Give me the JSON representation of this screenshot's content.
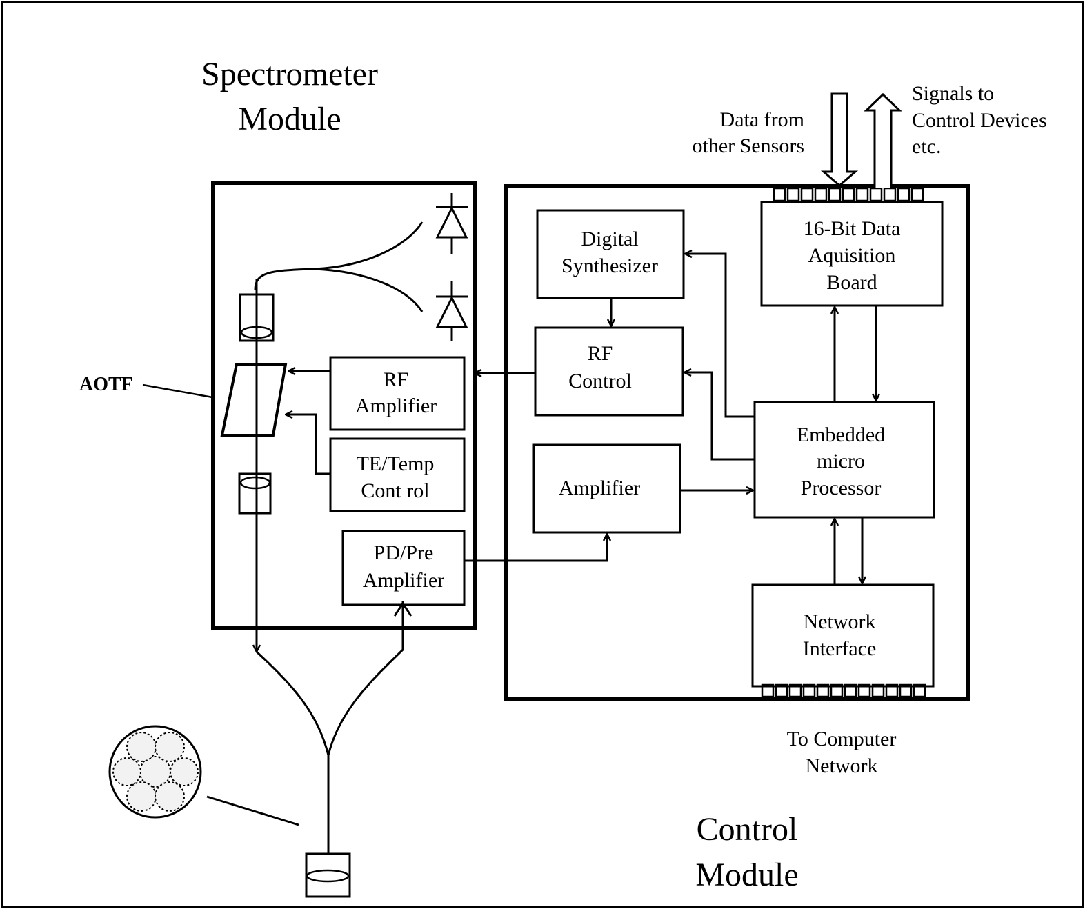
{
  "titles": {
    "spectrometer_line1": "Spectrometer",
    "spectrometer_line2": "Module",
    "control_line1": "Control",
    "control_line2": "Module"
  },
  "labels": {
    "aotf": "AOTF",
    "data_from_line1": "Data from",
    "data_from_line2": "other Sensors",
    "signals_line1": "Signals to",
    "signals_line2": "Control Devices",
    "signals_line3": "etc.",
    "to_computer_line1": "To Computer",
    "to_computer_line2": "Network"
  },
  "blocks": {
    "digital_synth": [
      "Digital",
      "Synthesizer"
    ],
    "daq": [
      "16-Bit Data",
      "Aquisition",
      "Board"
    ],
    "rf_control": [
      "RF",
      "Control"
    ],
    "rf_amplifier": [
      "RF",
      "Amplifier"
    ],
    "te_temp": [
      "TE/Temp",
      "Cont rol"
    ],
    "amplifier": "Amplifier",
    "processor": [
      "Embedded",
      "micro",
      "Processor"
    ],
    "pd_pre": [
      "PD/Pre",
      "Amplifier"
    ],
    "network": [
      "Network",
      "Interface"
    ]
  }
}
